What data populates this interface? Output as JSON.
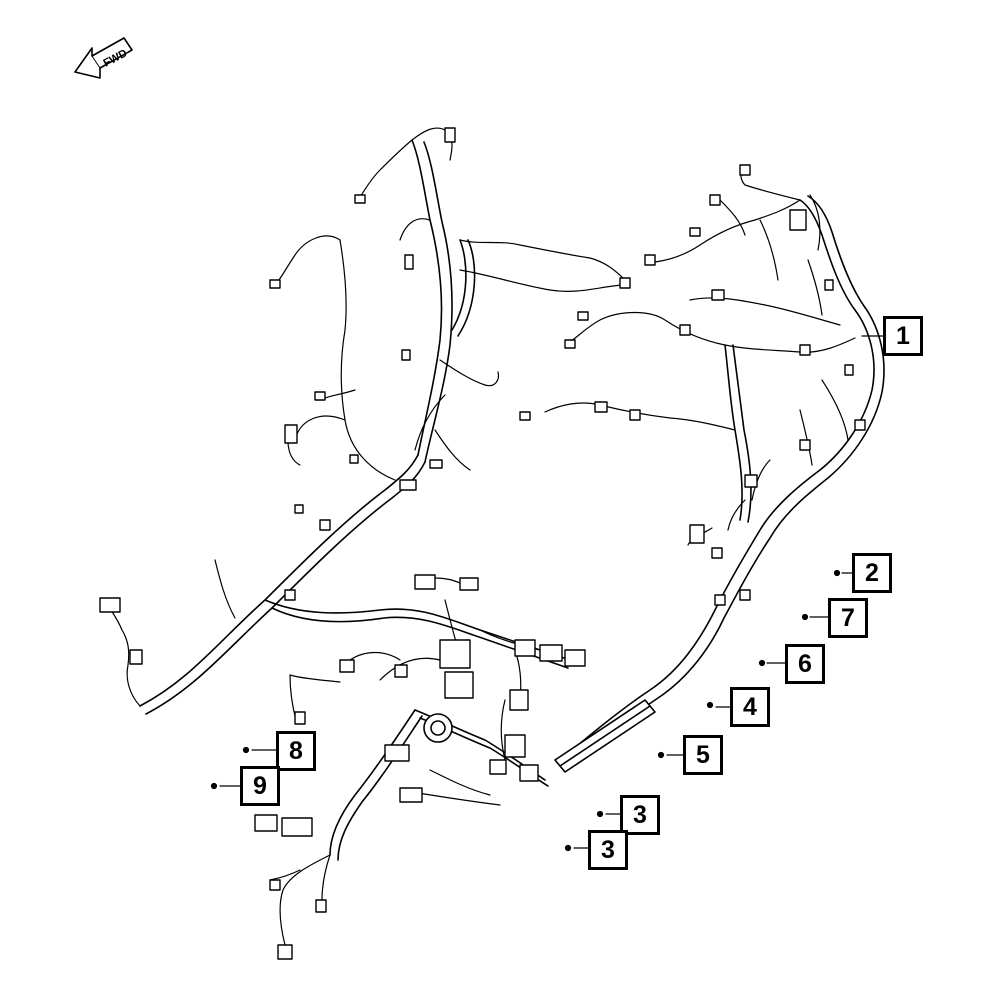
{
  "direction_indicator": {
    "label": "FWD"
  },
  "callouts": [
    {
      "id": "c1",
      "label": "1"
    },
    {
      "id": "c2",
      "label": "2"
    },
    {
      "id": "c7",
      "label": "7"
    },
    {
      "id": "c6",
      "label": "6"
    },
    {
      "id": "c4",
      "label": "4"
    },
    {
      "id": "c5",
      "label": "5"
    },
    {
      "id": "c8",
      "label": "8"
    },
    {
      "id": "c9",
      "label": "9"
    },
    {
      "id": "c3a",
      "label": "3"
    },
    {
      "id": "c3b",
      "label": "3"
    }
  ],
  "colors": {
    "line": "#000000",
    "background": "#ffffff"
  }
}
